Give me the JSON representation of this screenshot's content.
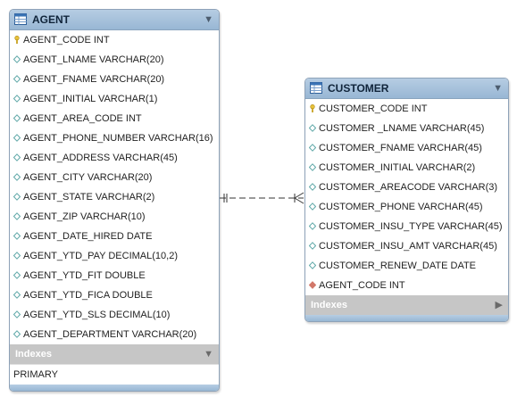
{
  "agent": {
    "title": "AGENT",
    "columns": [
      {
        "label": "AGENT_CODE INT",
        "key": true
      },
      {
        "label": "AGENT_LNAME VARCHAR(20)"
      },
      {
        "label": "AGENT_FNAME VARCHAR(20)"
      },
      {
        "label": "AGENT_INITIAL VARCHAR(1)"
      },
      {
        "label": "AGENT_AREA_CODE INT"
      },
      {
        "label": "AGENT_PHONE_NUMBER VARCHAR(16)"
      },
      {
        "label": "AGENT_ADDRESS VARCHAR(45)"
      },
      {
        "label": "AGENT_CITY VARCHAR(20)"
      },
      {
        "label": "AGENT_STATE VARCHAR(2)"
      },
      {
        "label": "AGENT_ZIP VARCHAR(10)"
      },
      {
        "label": "AGENT_DATE_HIRED DATE"
      },
      {
        "label": "AGENT_YTD_PAY DECIMAL(10,2)"
      },
      {
        "label": "AGENT_YTD_FIT DOUBLE"
      },
      {
        "label": "AGENT_YTD_FICA DOUBLE"
      },
      {
        "label": "AGENT_YTD_SLS DECIMAL(10)"
      },
      {
        "label": "AGENT_DEPARTMENT VARCHAR(20)"
      }
    ],
    "indexes_label": "Indexes",
    "indexes": [
      "PRIMARY"
    ]
  },
  "customer": {
    "title": "CUSTOMER",
    "columns": [
      {
        "label": "CUSTOMER_CODE INT",
        "key": true
      },
      {
        "label": "CUSTOMER _LNAME VARCHAR(45)"
      },
      {
        "label": "CUSTOMER_FNAME VARCHAR(45)"
      },
      {
        "label": "CUSTOMER_INITIAL VARCHAR(2)"
      },
      {
        "label": "CUSTOMER_AREACODE VARCHAR(3)"
      },
      {
        "label": "CUSTOMER_PHONE VARCHAR(45)"
      },
      {
        "label": "CUSTOMER_INSU_TYPE VARCHAR(45)"
      },
      {
        "label": "CUSTOMER_INSU_AMT VARCHAR(45)"
      },
      {
        "label": "CUSTOMER_RENEW_DATE DATE"
      },
      {
        "label": "AGENT_CODE INT",
        "fk": true
      }
    ],
    "indexes_label": "Indexes"
  },
  "colors": {
    "header": "#a9c4de",
    "key_icon": "#e8c23a",
    "fk_icon": "#d2786a",
    "column_icon": "#5fa8a8",
    "relationship_line": "#333333"
  }
}
